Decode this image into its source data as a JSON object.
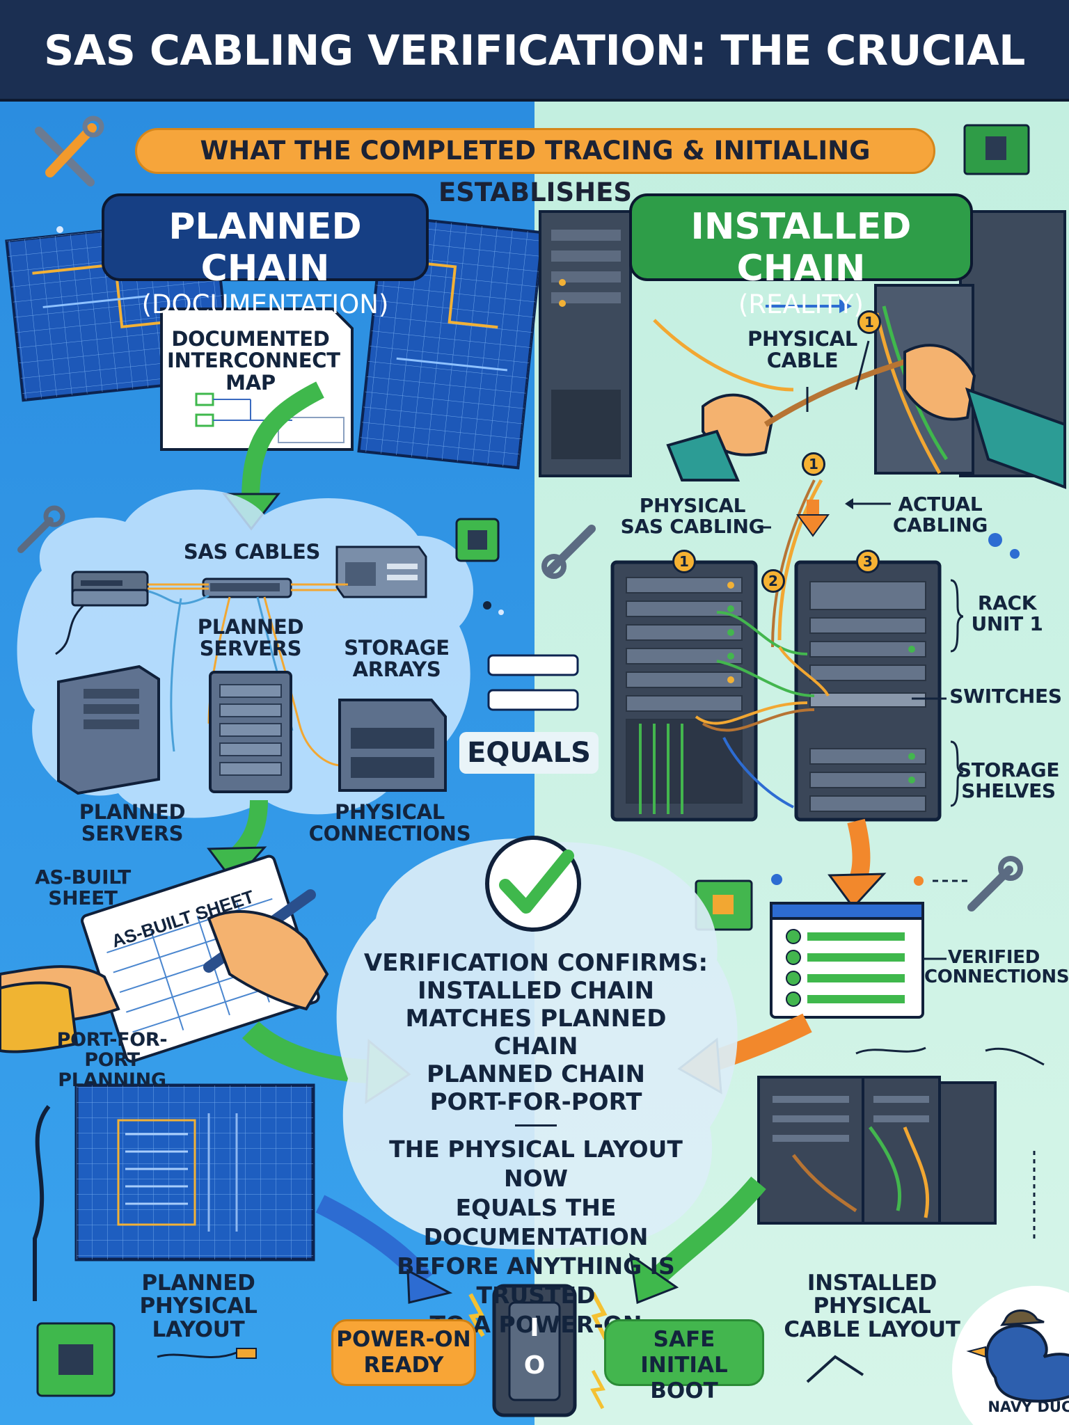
{
  "title": "SAS CABLING VERIFICATION: THE CRUCIAL STEP",
  "subtitle": "WHAT THE COMPLETED TRACING & INITIALING ESTABLISHES",
  "planned": {
    "heading": "PLANNED CHAIN",
    "subheading": "(DOCUMENTATION)",
    "interconnect_map": [
      "DOCUMENTED",
      "INTERCONNECT",
      "MAP"
    ],
    "sas_cables": "SAS CABLES",
    "planned_servers_top": [
      "PLANNED",
      "SERVERS"
    ],
    "storage_arrays": [
      "STORAGE",
      "ARRAYS"
    ],
    "planned_servers_bottom": [
      "PLANNED",
      "SERVERS"
    ],
    "physical_connections": [
      "PHYSICAL",
      "CONNECTIONS"
    ],
    "as_built_label": [
      "AS-BUILT",
      "SHEET"
    ],
    "as_built_sheet_title": "AS-BUILT SHEET",
    "port_planning": [
      "PORT-FOR-",
      "PORT PLANNING"
    ],
    "physical_layout": [
      "PLANNED PHYSICAL",
      "LAYOUT"
    ]
  },
  "installed": {
    "heading": "INSTALLED CHAIN",
    "subheading": "(REALITY)",
    "physical_cable": [
      "PHYSICAL",
      "CABLE"
    ],
    "physical_sas_cabling": [
      "PHYSICAL",
      "SAS CABLING"
    ],
    "actual_cabling": [
      "ACTUAL",
      "CABLING"
    ],
    "rack_unit": [
      "RACK",
      "UNIT 1"
    ],
    "switches": "SWITCHES",
    "storage_shelves": [
      "STORAGE",
      "SHELVES"
    ],
    "verified_connections": [
      "VERIFIED",
      "CONNECTIONS"
    ],
    "cable_layout": [
      "INSTALLED PHYSICAL",
      "CABLE LAYOUT"
    ],
    "markers": [
      "1",
      "1",
      "1",
      "2",
      "3"
    ]
  },
  "equals": "EQUALS",
  "verification": {
    "lines": [
      "VERIFICATION CONFIRMS:",
      "INSTALLED CHAIN",
      "MATCHES PLANNED CHAIN",
      "PLANNED CHAIN",
      "PORT-FOR-PORT"
    ],
    "lines2": [
      "THE PHYSICAL LAYOUT NOW",
      "EQUALS THE DOCUMENTATION",
      "BEFORE ANYTHING IS TRUSTED",
      "TO A POWER-ON"
    ]
  },
  "power_on_ready": [
    "POWER-ON",
    "READY"
  ],
  "safe_initial_boot": [
    "SAFE",
    "INITIAL BOOT"
  ],
  "switch_glyphs": [
    "I",
    "O"
  ],
  "brand": "NAVY DUCK",
  "colors": {
    "left_panel": "#2c8fe0",
    "right_panel": "#c9f1e3",
    "title_bar": "#1b2f52",
    "accent_orange": "#f6a53b",
    "accent_green": "#43b64e",
    "planned_navy": "#163f84"
  }
}
